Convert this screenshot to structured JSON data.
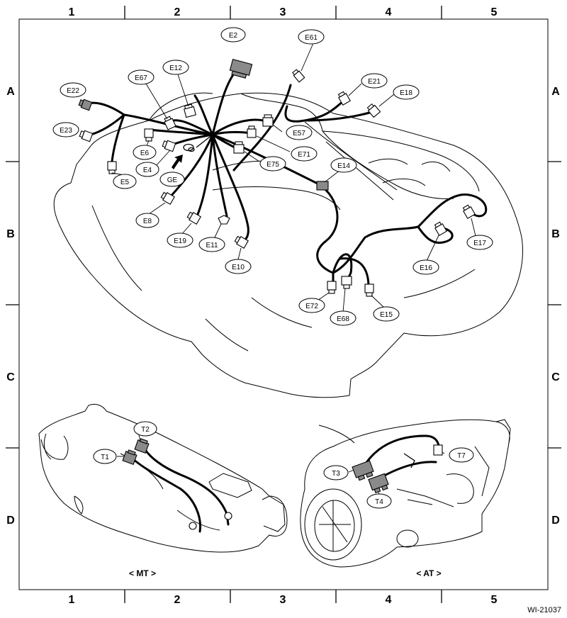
{
  "grid": {
    "columns": [
      "1",
      "2",
      "3",
      "4",
      "5"
    ],
    "rows": [
      "A",
      "B",
      "C",
      "D"
    ]
  },
  "engine_connectors": [
    {
      "id": "E2",
      "shade": "gray"
    },
    {
      "id": "E61",
      "shade": "white"
    },
    {
      "id": "E21",
      "shade": "white"
    },
    {
      "id": "E18",
      "shade": "white"
    },
    {
      "id": "E67",
      "shade": "white"
    },
    {
      "id": "E12",
      "shade": "white"
    },
    {
      "id": "E22",
      "shade": "gray"
    },
    {
      "id": "E23",
      "shade": "white"
    },
    {
      "id": "E57",
      "shade": "white"
    },
    {
      "id": "E6",
      "shade": "white"
    },
    {
      "id": "E71",
      "shade": "white"
    },
    {
      "id": "E4",
      "shade": "white"
    },
    {
      "id": "E75",
      "shade": "white"
    },
    {
      "id": "GE",
      "shade": "ground"
    },
    {
      "id": "E5",
      "shade": "white"
    },
    {
      "id": "E14",
      "shade": "gray"
    },
    {
      "id": "E8",
      "shade": "white"
    },
    {
      "id": "E17",
      "shade": "white"
    },
    {
      "id": "E19",
      "shade": "white"
    },
    {
      "id": "E11",
      "shade": "white"
    },
    {
      "id": "E16",
      "shade": "white"
    },
    {
      "id": "E10",
      "shade": "white"
    },
    {
      "id": "E72",
      "shade": "white"
    },
    {
      "id": "E15",
      "shade": "white"
    },
    {
      "id": "E68",
      "shade": "white"
    }
  ],
  "transmission_connectors": [
    {
      "id": "T2",
      "shade": "gray"
    },
    {
      "id": "T1",
      "shade": "gray"
    },
    {
      "id": "T7",
      "shade": "white"
    },
    {
      "id": "T3",
      "shade": "gray"
    },
    {
      "id": "T4",
      "shade": "gray"
    }
  ],
  "sub_views": {
    "mt": "< MT >",
    "at": "< AT >"
  },
  "figure_code": "WI-21037",
  "colors": {
    "line": "#000000",
    "connector_gray": "#8a8a8a",
    "background": "#ffffff"
  }
}
